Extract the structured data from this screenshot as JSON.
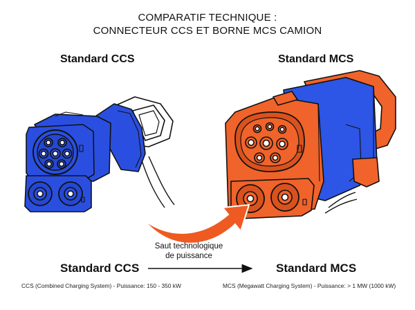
{
  "title": {
    "line1": "COMPARATIF TECHNIQUE :",
    "line2": "CONNECTEUR CCS ET BORNE MCS CAMION"
  },
  "left": {
    "top_label": "Standard CCS",
    "bottom_label": "Standard CCS",
    "spec": "CCS (Combined Charging System) - Puissance: 150 - 350 kW",
    "color": "#2a4fe0"
  },
  "right": {
    "top_label": "Standard MCS",
    "bottom_label": "Standard MCS",
    "spec": "MCS (Megawatt Charging System) - Puissance: > 1 MW (1000 kW)",
    "color": "#f0632a",
    "secondary_color": "#2d55e6"
  },
  "transition": {
    "line1": "Saut technologique",
    "line2": "de puissance",
    "arrow_color": "#ee5a22"
  }
}
